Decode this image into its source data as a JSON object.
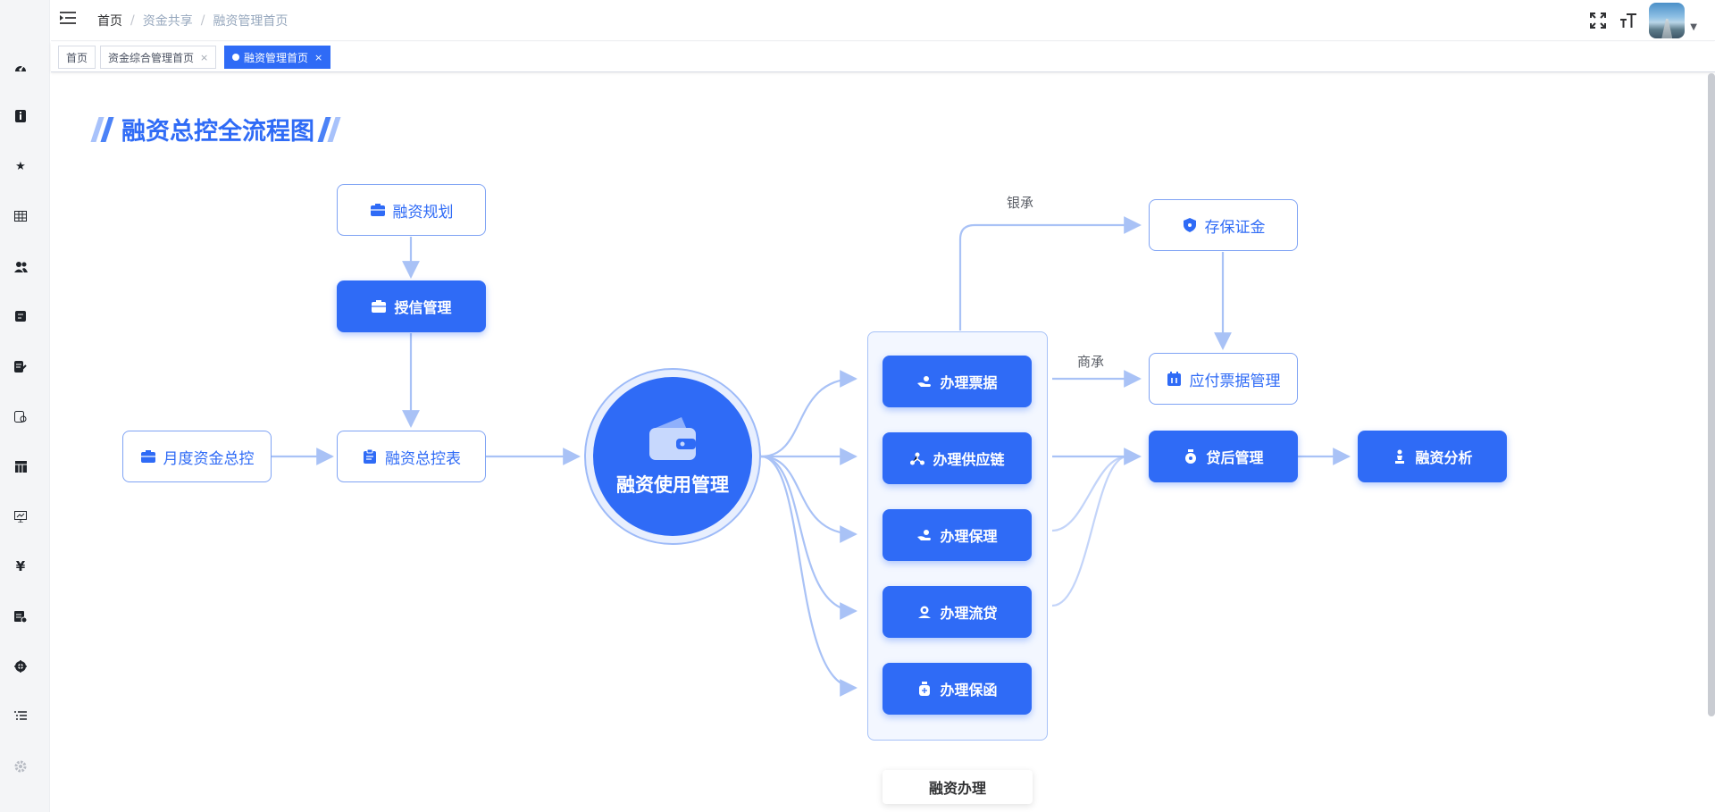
{
  "breadcrumb": [
    "首页",
    "资金共享",
    "融资管理首页"
  ],
  "tags": [
    {
      "label": "首页",
      "active": false
    },
    {
      "label": "资金综合管理首页",
      "active": false
    },
    {
      "label": "融资管理首页",
      "active": true
    }
  ],
  "tag_close": "×",
  "page_title": "融资总控全流程图",
  "sidebar_icons": [
    "dashboard-icon",
    "info-icon",
    "star-icon",
    "grid-icon",
    "users-icon",
    "card-icon",
    "document-icon",
    "edit-icon",
    "table-icon",
    "chart-icon",
    "yen-icon",
    "ledger-icon",
    "target-icon",
    "list-icon",
    "settings-icon"
  ],
  "nodes": {
    "financing_plan": "融资规划",
    "credit_mgmt": "授信管理",
    "monthly_control": "月度资金总控",
    "control_table": "融资总控表",
    "hub": "融资使用管理",
    "bill": "办理票据",
    "supply_chain": "办理供应链",
    "factoring": "办理保理",
    "working_loan": "办理流贷",
    "guarantee": "办理保函",
    "deposit": "存保证金",
    "payable_bill": "应付票据管理",
    "post_loan": "贷后管理",
    "analysis": "融资分析"
  },
  "group_label": "融资办理",
  "edge_labels": {
    "bank_accept": "银承",
    "commercial_accept": "商承"
  },
  "colors": {
    "primary": "#2f6bf6",
    "edge": "#a9c2f6"
  }
}
